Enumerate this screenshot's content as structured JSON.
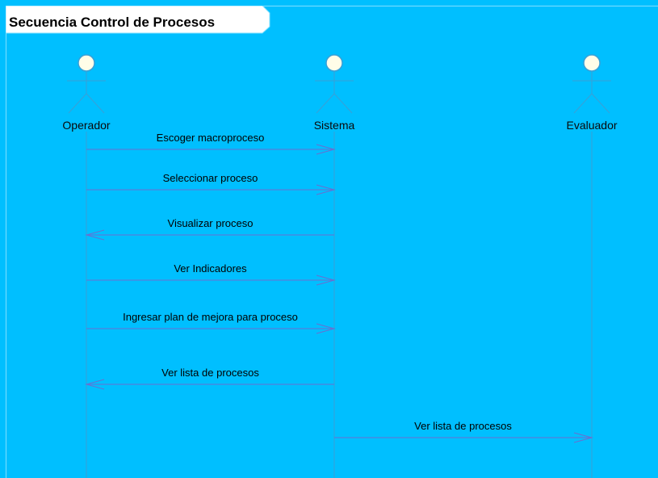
{
  "diagram": {
    "title": "Secuencia Control de Procesos",
    "colors": {
      "background": "#00BFFF",
      "lifeline": "#3a9fd6",
      "arrow": "#6a6fd0",
      "head_fill": "#fffde8"
    },
    "actors": [
      {
        "id": "operador",
        "name": "Operador"
      },
      {
        "id": "sistema",
        "name": "Sistema"
      },
      {
        "id": "evaluador",
        "name": "Evaluador"
      }
    ],
    "messages": [
      {
        "from": "operador",
        "to": "sistema",
        "label": "Escoger macroproceso"
      },
      {
        "from": "operador",
        "to": "sistema",
        "label": "Seleccionar proceso"
      },
      {
        "from": "sistema",
        "to": "operador",
        "label": "Visualizar proceso"
      },
      {
        "from": "operador",
        "to": "sistema",
        "label": "Ver Indicadores"
      },
      {
        "from": "operador",
        "to": "sistema",
        "label": "Ingresar plan de mejora para proceso"
      },
      {
        "from": "sistema",
        "to": "operador",
        "label": "Ver lista de procesos"
      },
      {
        "from": "sistema",
        "to": "evaluador",
        "label": "Ver lista de procesos"
      }
    ]
  }
}
